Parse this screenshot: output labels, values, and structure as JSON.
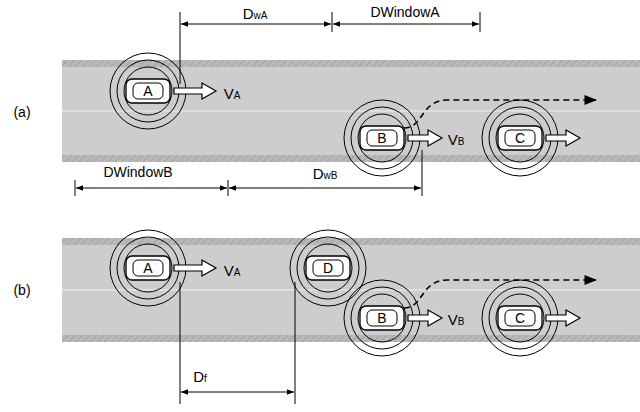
{
  "diagram": {
    "nodes": [
      {
        "text": [
          "A"
        ]
      },
      {
        "text": [
          "B"
        ]
      },
      {
        "text": [
          "C"
        ]
      },
      {
        "text": [
          "A"
        ]
      },
      {
        "text": [
          "D"
        ]
      },
      {
        "text": [
          "B"
        ]
      },
      {
        "text": [
          "C"
        ]
      }
    ],
    "labels": [
      "(a)",
      "DwA",
      "DWindowA",
      "VA",
      "VB",
      "DWindowB",
      "DwB",
      "(b)",
      "VA",
      "VB",
      "Df"
    ]
  }
}
